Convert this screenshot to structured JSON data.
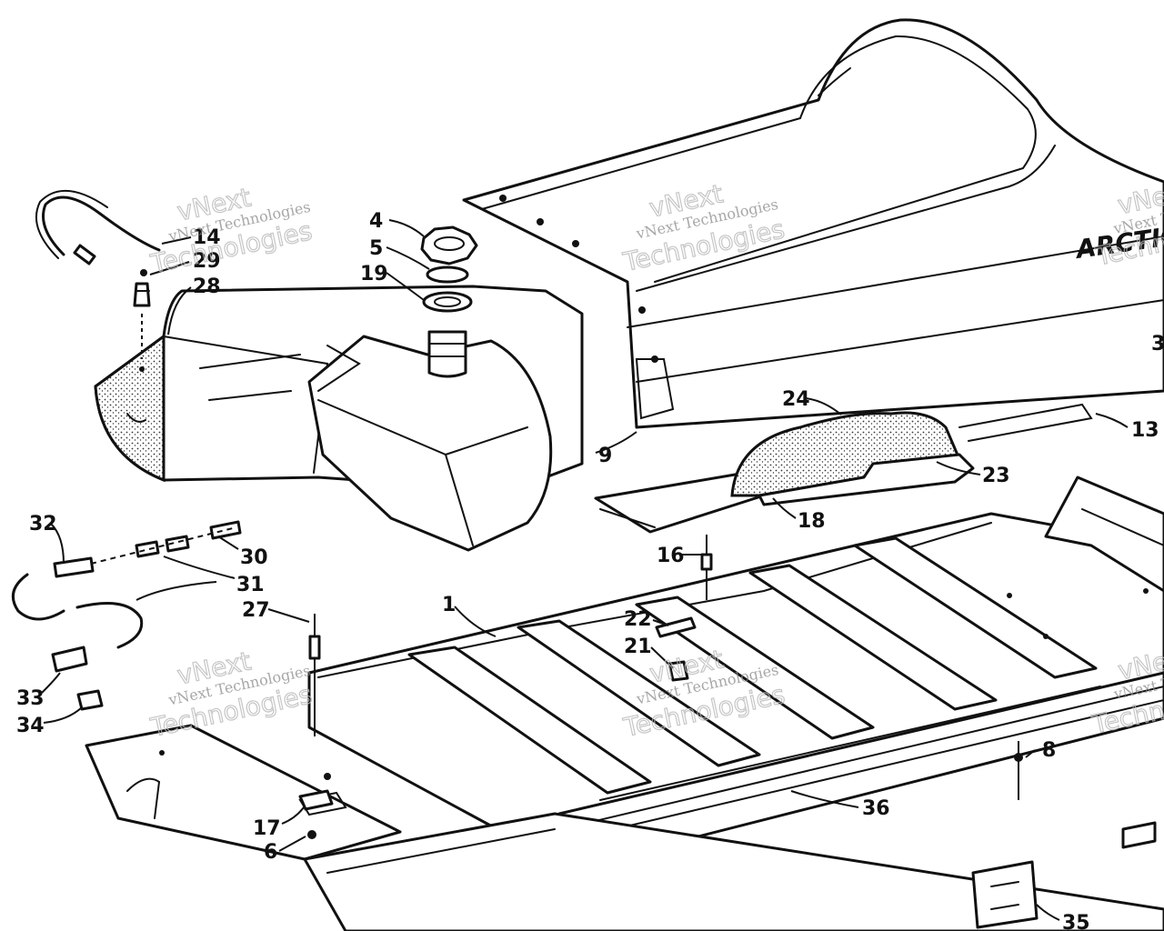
{
  "brand_text": "ARCTIC",
  "callouts": [
    {
      "id": "c1",
      "label": "1"
    },
    {
      "id": "c3",
      "label": "3"
    },
    {
      "id": "c4",
      "label": "4"
    },
    {
      "id": "c5",
      "label": "5"
    },
    {
      "id": "c6",
      "label": "6"
    },
    {
      "id": "c8",
      "label": "8"
    },
    {
      "id": "c9",
      "label": "9"
    },
    {
      "id": "c13",
      "label": "13"
    },
    {
      "id": "c14",
      "label": "14"
    },
    {
      "id": "c16",
      "label": "16"
    },
    {
      "id": "c17",
      "label": "17"
    },
    {
      "id": "c18",
      "label": "18"
    },
    {
      "id": "c19",
      "label": "19"
    },
    {
      "id": "c21",
      "label": "21"
    },
    {
      "id": "c22",
      "label": "22"
    },
    {
      "id": "c23",
      "label": "23"
    },
    {
      "id": "c24",
      "label": "24"
    },
    {
      "id": "c27",
      "label": "27"
    },
    {
      "id": "c28",
      "label": "28"
    },
    {
      "id": "c29",
      "label": "29"
    },
    {
      "id": "c30",
      "label": "30"
    },
    {
      "id": "c31",
      "label": "31"
    },
    {
      "id": "c32",
      "label": "32"
    },
    {
      "id": "c33",
      "label": "33"
    },
    {
      "id": "c34",
      "label": "34"
    },
    {
      "id": "c35",
      "label": "35"
    },
    {
      "id": "c36",
      "label": "36"
    }
  ],
  "watermark": {
    "company_line": "vNext Technologies",
    "word_vnext": "vNext",
    "word_technologies": "Technologies"
  }
}
